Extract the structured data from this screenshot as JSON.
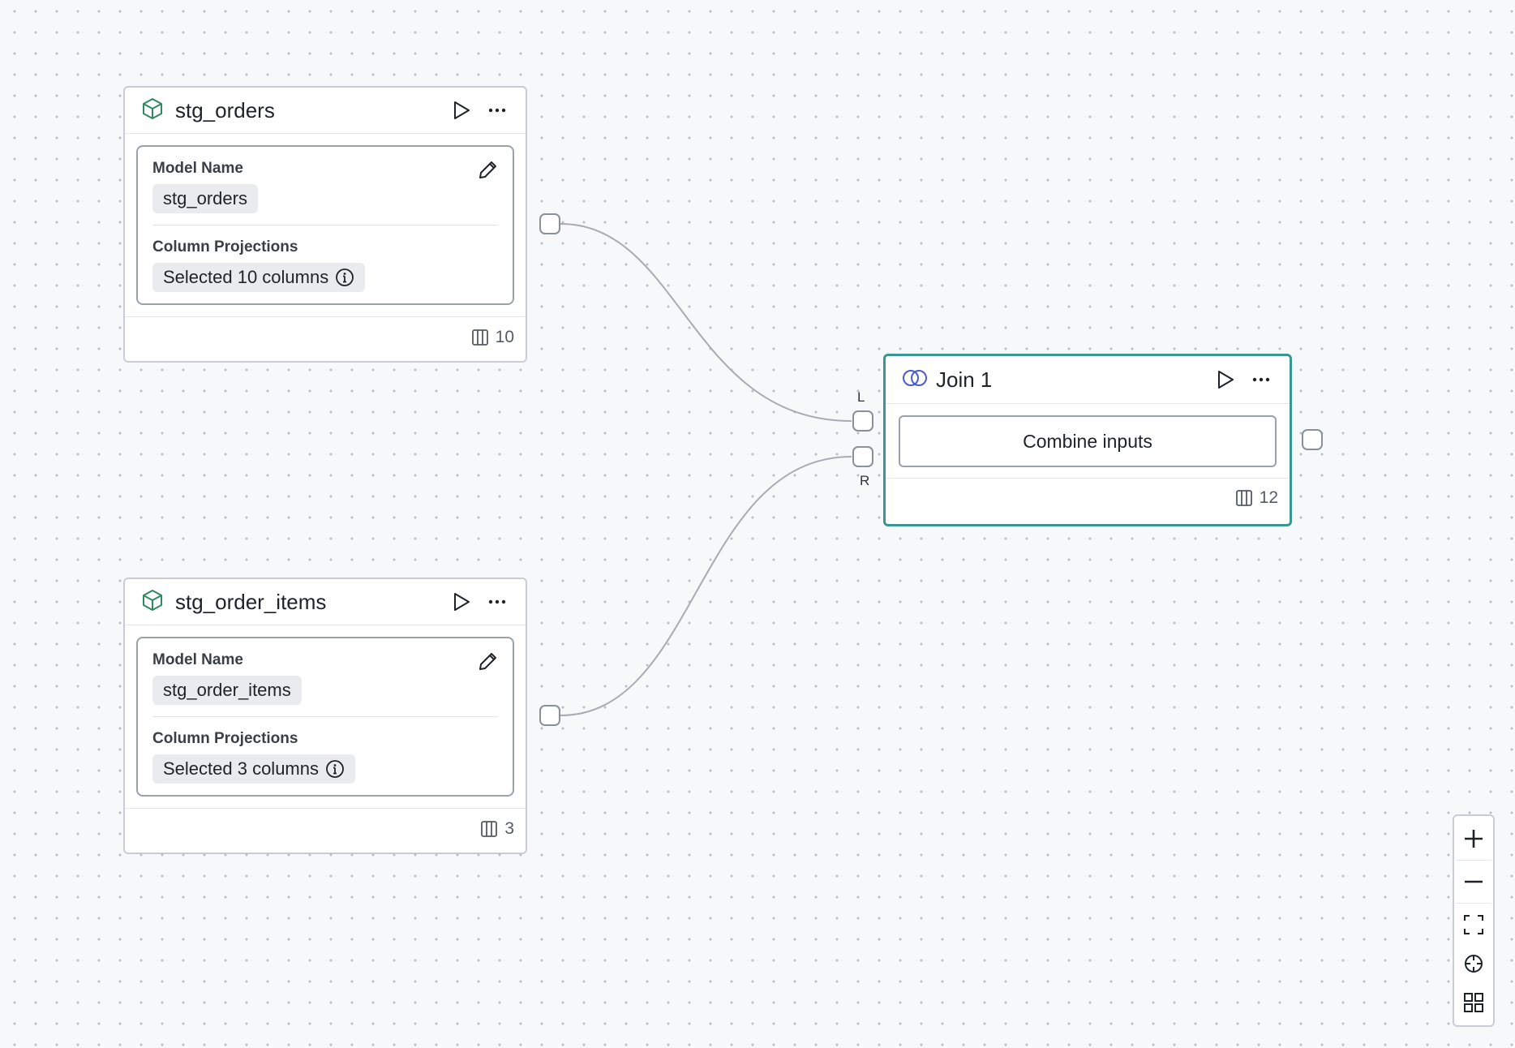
{
  "nodes": {
    "stg_orders": {
      "title": "stg_orders",
      "model_name_label": "Model Name",
      "model_name_value": "stg_orders",
      "projections_label": "Column Projections",
      "projections_value": "Selected 10 columns",
      "column_count": "10",
      "icon": "model-cube-icon"
    },
    "stg_order_items": {
      "title": "stg_order_items",
      "model_name_label": "Model Name",
      "model_name_value": "stg_order_items",
      "projections_label": "Column Projections",
      "projections_value": "Selected 3 columns",
      "column_count": "3",
      "icon": "model-cube-icon"
    },
    "join_1": {
      "title": "Join 1",
      "combine_label": "Combine inputs",
      "column_count": "12",
      "left_port": "L",
      "right_port": "R",
      "icon": "join-icon"
    }
  },
  "edges": [
    {
      "from": "stg_orders",
      "to": "join_1",
      "port": "L"
    },
    {
      "from": "stg_order_items",
      "to": "join_1",
      "port": "R"
    }
  ],
  "controls": [
    "zoom-in-icon",
    "zoom-out-icon",
    "fit-view-icon",
    "locate-icon",
    "minimap-icon"
  ],
  "colors": {
    "selected_border": "#3b9592",
    "model_icon": "#2f8a5f",
    "join_icon": "#4a5bd4",
    "edge": "#a8acb2"
  }
}
